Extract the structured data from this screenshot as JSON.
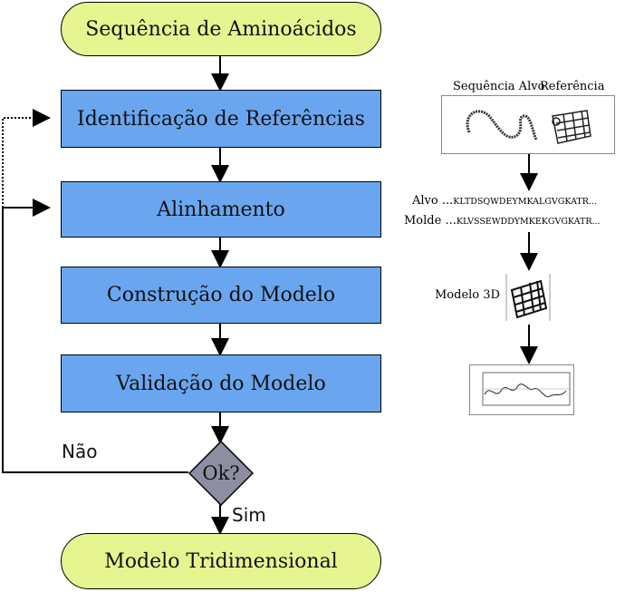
{
  "flow": {
    "start": "Sequência de Aminoácidos",
    "step1": "Identificação de Referências",
    "step2": "Alinhamento",
    "step3": "Construção do Modelo",
    "step4": "Validação do Modelo",
    "decision": "Ok?",
    "no_label": "Não",
    "yes_label": "Sim",
    "end": "Modelo Tridimensional"
  },
  "side": {
    "header_left": "Sequência Alvo",
    "header_right": "Referência",
    "align_target_label": "Alvo ...",
    "align_target_seq": "KLTDSQWDEYMKALGVGKATR...",
    "align_template_label": "Molde ...",
    "align_template_seq": "KLVSSEWDDYMKEKGVGKATR...",
    "model_label": "Modelo 3D"
  },
  "colors": {
    "pill_fill": "#e7f591",
    "step_fill": "#6aa6f0",
    "decision_fill": "#8e8ea3"
  }
}
